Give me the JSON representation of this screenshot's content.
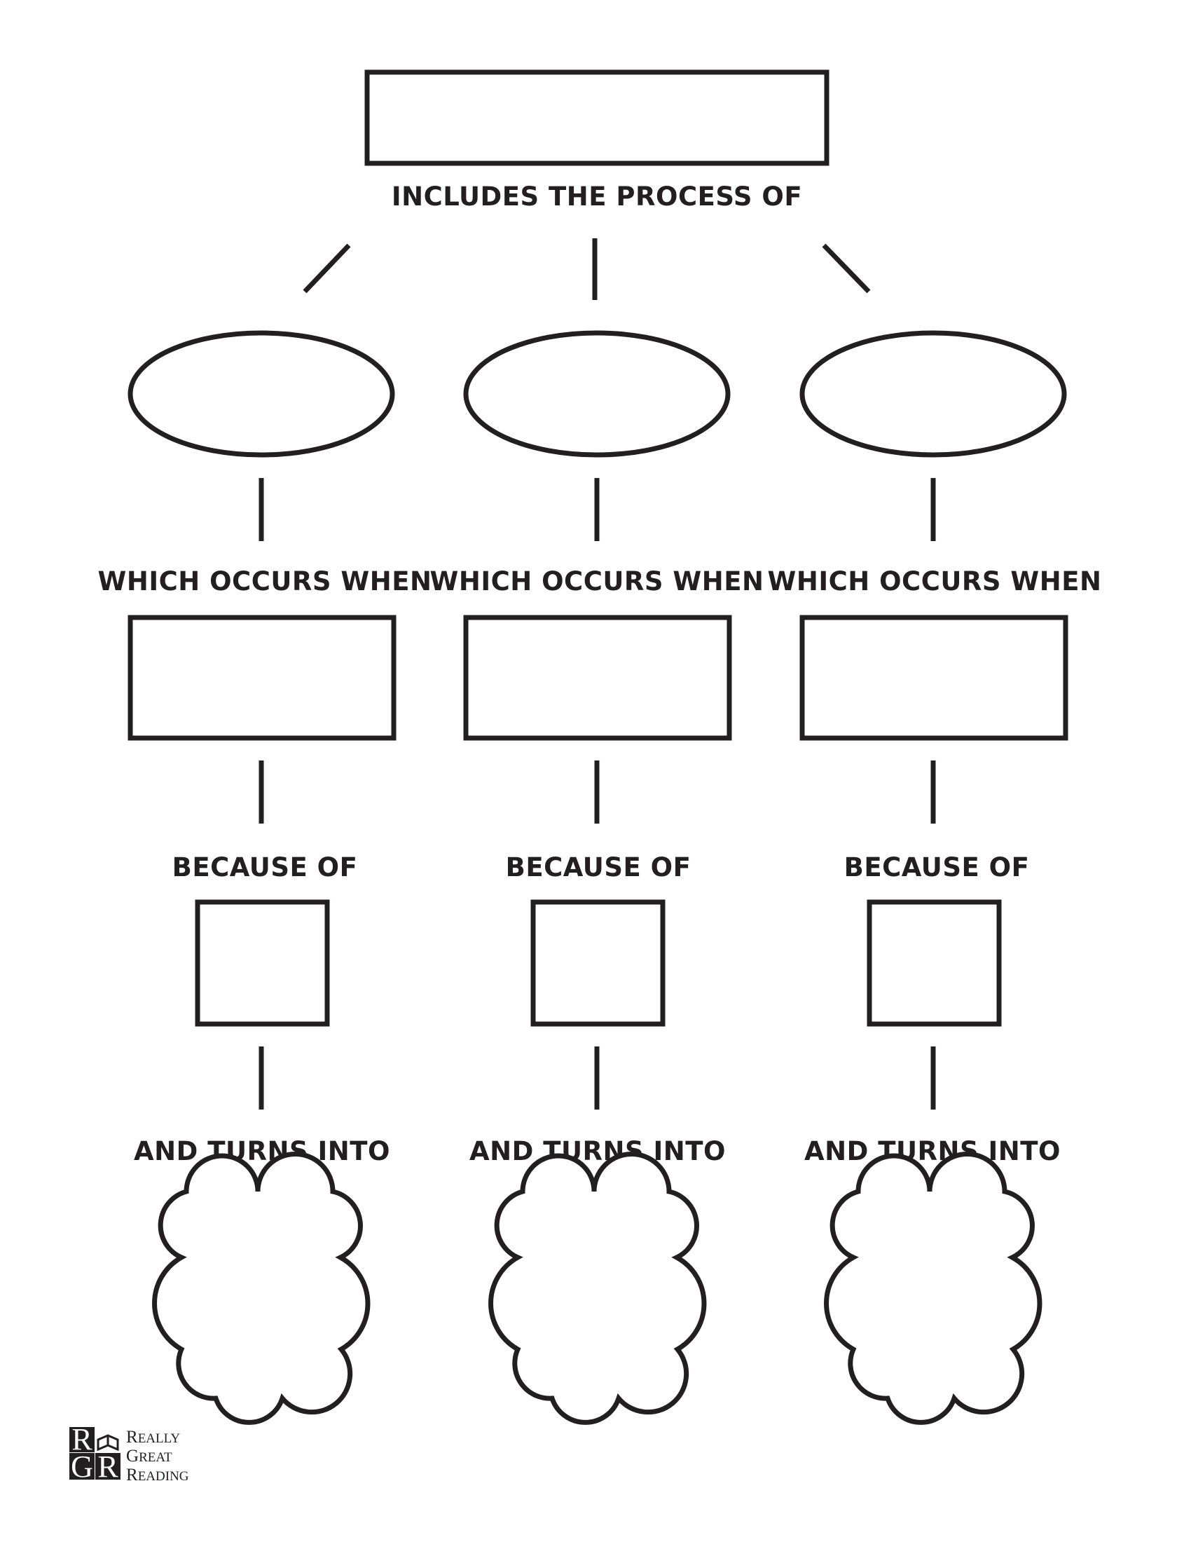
{
  "top_label": "INCLUDES THE PROCESS OF",
  "columns": [
    {
      "which_label": "WHICH OCCURS WHEN",
      "because_label": "BECAUSE OF",
      "turns_label": "AND TURNS INTO"
    },
    {
      "which_label": "WHICH OCCURS WHEN",
      "because_label": "BECAUSE OF",
      "turns_label": "AND TURNS INTO"
    },
    {
      "which_label": "WHICH OCCURS WHEN",
      "because_label": "BECAUSE OF",
      "turns_label": "AND TURNS INTO"
    }
  ],
  "logo": {
    "letters": [
      "R",
      "G",
      "R"
    ],
    "line1_first": "R",
    "line1_rest": "EALLY",
    "line2_first": "G",
    "line2_rest": "REAT",
    "line3_first": "R",
    "line3_rest": "EADING"
  },
  "colors": {
    "ink": "#231f20",
    "paper": "#ffffff"
  }
}
